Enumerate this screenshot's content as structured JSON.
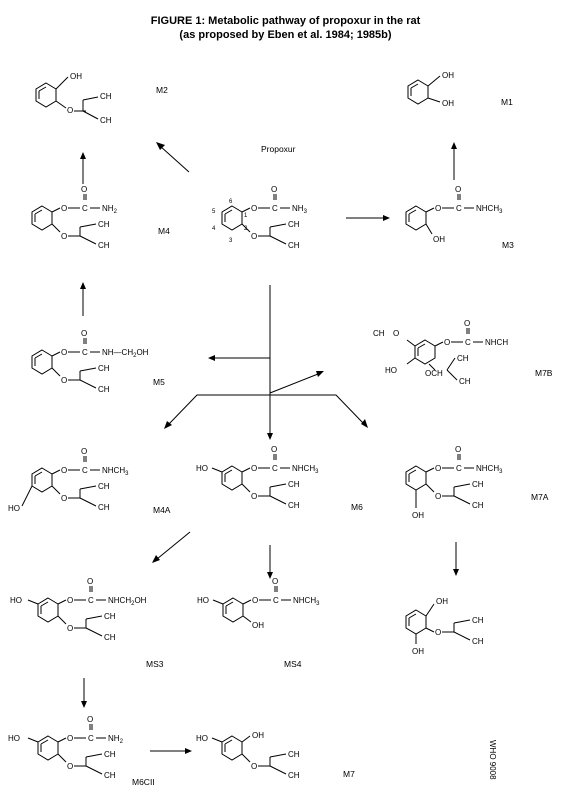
{
  "figure": {
    "title_line1": "FIGURE 1:  Metabolic pathway of propoxur in the rat",
    "title_line2": "(as proposed by Eben et al. 1984; 1985b)",
    "side_code": "WHO 9008"
  },
  "compounds": {
    "m2": {
      "label": "M2",
      "oh": "OH"
    },
    "m1": {
      "label": "M1",
      "oh1": "OH",
      "oh2": "OH"
    },
    "propoxur": {
      "label": "Propoxur",
      "amide": "NH",
      "amide_sub": "3",
      "positions": [
        "6",
        "1",
        "5",
        "4",
        "3",
        "2"
      ]
    },
    "m4": {
      "label": "M4",
      "amide": "NH",
      "amide_sub": "2"
    },
    "m3": {
      "label": "M3",
      "amide": "NHCH",
      "amide_sub": "3",
      "oh": "OH"
    },
    "m5": {
      "label": "M5",
      "amide": "NH—CH",
      "amide_sub": "2",
      "amide_tail": "OH"
    },
    "m7b": {
      "label": "M7B",
      "amide": "NHCH",
      "ch": "CH",
      "ho": "HO",
      "och": "OCH"
    },
    "m4a": {
      "label": "M4A",
      "amide": "NHCH",
      "amide_sub": "3",
      "ho": "HO"
    },
    "m6": {
      "label": "M6",
      "amide": "NHCH",
      "amide_sub": "3",
      "ho": "HO"
    },
    "m7a": {
      "label": "M7A",
      "amide": "NHCH",
      "amide_sub": "3",
      "oh": "OH"
    },
    "ms3": {
      "label": "MS3",
      "amide": "NHCH",
      "amide_sub": "2",
      "amide_tail": "OH",
      "ho": "HO"
    },
    "ms4": {
      "label": "MS4",
      "amide": "NHCH",
      "amide_sub": "3",
      "ho": "HO",
      "oh": "OH"
    },
    "unlabeled": {
      "oh1": "OH",
      "oh2": "OH"
    },
    "m6cii": {
      "label": "M6CII",
      "amide": "NH",
      "amide_sub": "2",
      "ho": "HO"
    },
    "m7": {
      "label": "M7",
      "ho": "HO",
      "oh": "OH"
    }
  },
  "atoms": {
    "o": "O",
    "c": "C",
    "ch3": "CH",
    "ch3_sub": "3"
  }
}
